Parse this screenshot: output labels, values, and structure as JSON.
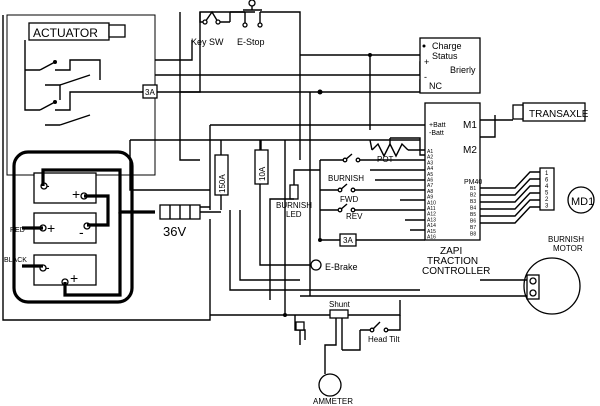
{
  "labels": {
    "actuator": "ACTUATOR",
    "key_sw": "Key SW",
    "e_stop": "E-Stop",
    "charge_status_1": "Charge",
    "charge_status_2": "Status",
    "plus": "+",
    "briefly": "Brierly",
    "minus": "-",
    "nc": "NC",
    "fuse_3a_top": "3A",
    "transaxle": "TRANSAXLE",
    "batt_plus": "+Batt",
    "batt_minus": "-Batt",
    "m1": "M1",
    "m2": "M2",
    "pot": "POT",
    "burnish": "BURNISH",
    "fwd": "FWD",
    "rev": "REV",
    "burnish_led_1": "BURNISH",
    "burnish_led_2": "LED",
    "fuse_3a_mid": "3A",
    "e_brake": "E-Brake",
    "zapi_1": "ZAPI",
    "zapi_2": "TRACTION",
    "zapi_3": "CONTROLLER",
    "pm40": "PM40",
    "md1": "MD1",
    "burnish_motor_1": "BURNISH",
    "burnish_motor_2": "MOTOR",
    "voltage": "36V",
    "red": "RED",
    "black": "BLACK",
    "shunt": "Shunt",
    "head_tilt": "Head Tilt",
    "ammeter": "AMMETER",
    "fuse_150a": "150A",
    "fuse_10a": "10A",
    "a_pins": [
      "A1",
      "A2",
      "A3",
      "A4",
      "A5",
      "A6",
      "A7",
      "A8",
      "A9",
      "A10",
      "A11",
      "A12",
      "A13",
      "A14",
      "A15",
      "A16"
    ],
    "b_pins": [
      "B1",
      "B2",
      "B3",
      "B4",
      "B5",
      "B6",
      "B7",
      "B8"
    ],
    "conn_pins": [
      "1",
      "6",
      "4",
      "5",
      "2",
      "3"
    ]
  }
}
